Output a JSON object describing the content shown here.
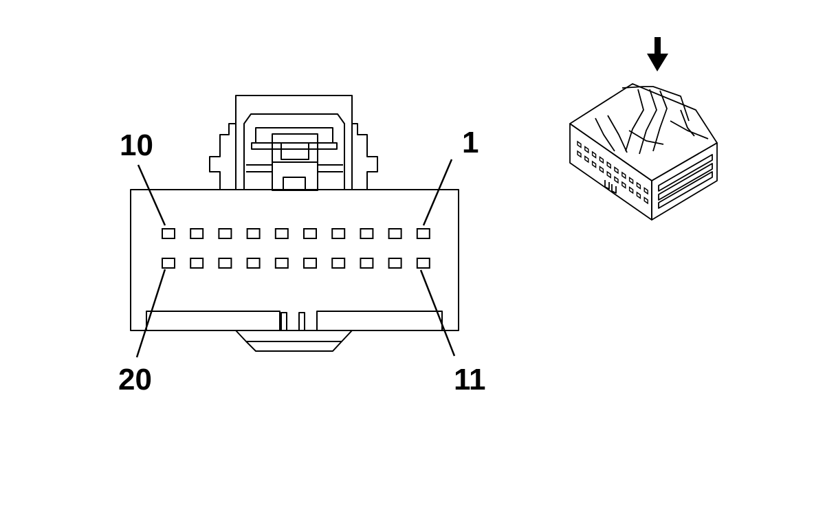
{
  "connector": {
    "pin_labels": {
      "top_left": "10",
      "top_right": "1",
      "bottom_left": "20",
      "bottom_right": "11"
    },
    "pins_per_row": 10,
    "rows": 2
  },
  "icons": {
    "view_arrow": "arrow-down-icon",
    "connector_3d": "connector-3d-view"
  },
  "colors": {
    "line": "#000000",
    "background": "#ffffff"
  }
}
